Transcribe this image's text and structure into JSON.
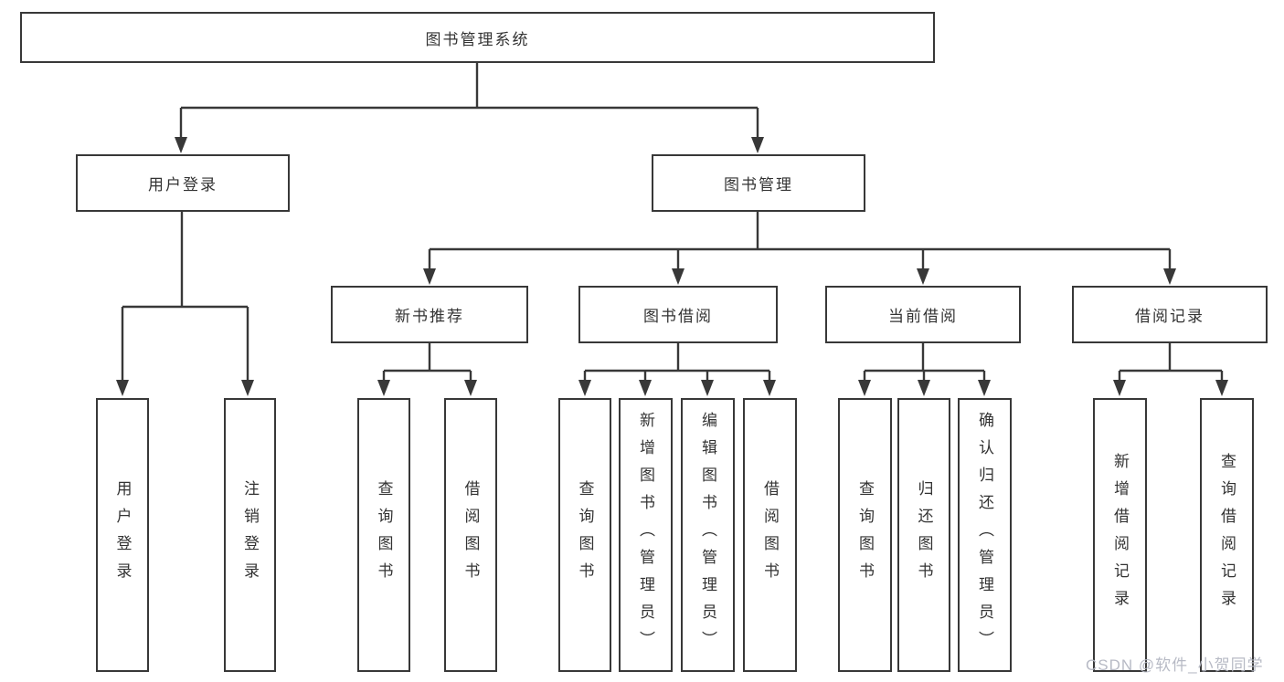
{
  "diagram": {
    "root": {
      "label": "图书管理系统"
    },
    "branches": [
      {
        "label": "用户登录",
        "children": [
          {
            "label": "用户登录"
          },
          {
            "label": "注销登录"
          }
        ]
      },
      {
        "label": "图书管理",
        "groups": [
          {
            "label": "新书推荐",
            "children": [
              {
                "label": "查询图书"
              },
              {
                "label": "借阅图书"
              }
            ]
          },
          {
            "label": "图书借阅",
            "children": [
              {
                "label": "查询图书"
              },
              {
                "label": "新增图书（管理员）"
              },
              {
                "label": "编辑图书（管理员）"
              },
              {
                "label": "借阅图书"
              }
            ]
          },
          {
            "label": "当前借阅",
            "children": [
              {
                "label": "查询图书"
              },
              {
                "label": "归还图书"
              },
              {
                "label": "确认归还（管理员）"
              }
            ]
          },
          {
            "label": "借阅记录",
            "children": [
              {
                "label": "新增借阅记录"
              },
              {
                "label": "查询借阅记录"
              }
            ]
          }
        ]
      }
    ]
  },
  "watermark": {
    "text": "CSDN @软件_小贺同学"
  },
  "colors": {
    "line": "#383838",
    "text": "#333333",
    "watermark": "#b4b7c2",
    "background": "#ffffff"
  }
}
